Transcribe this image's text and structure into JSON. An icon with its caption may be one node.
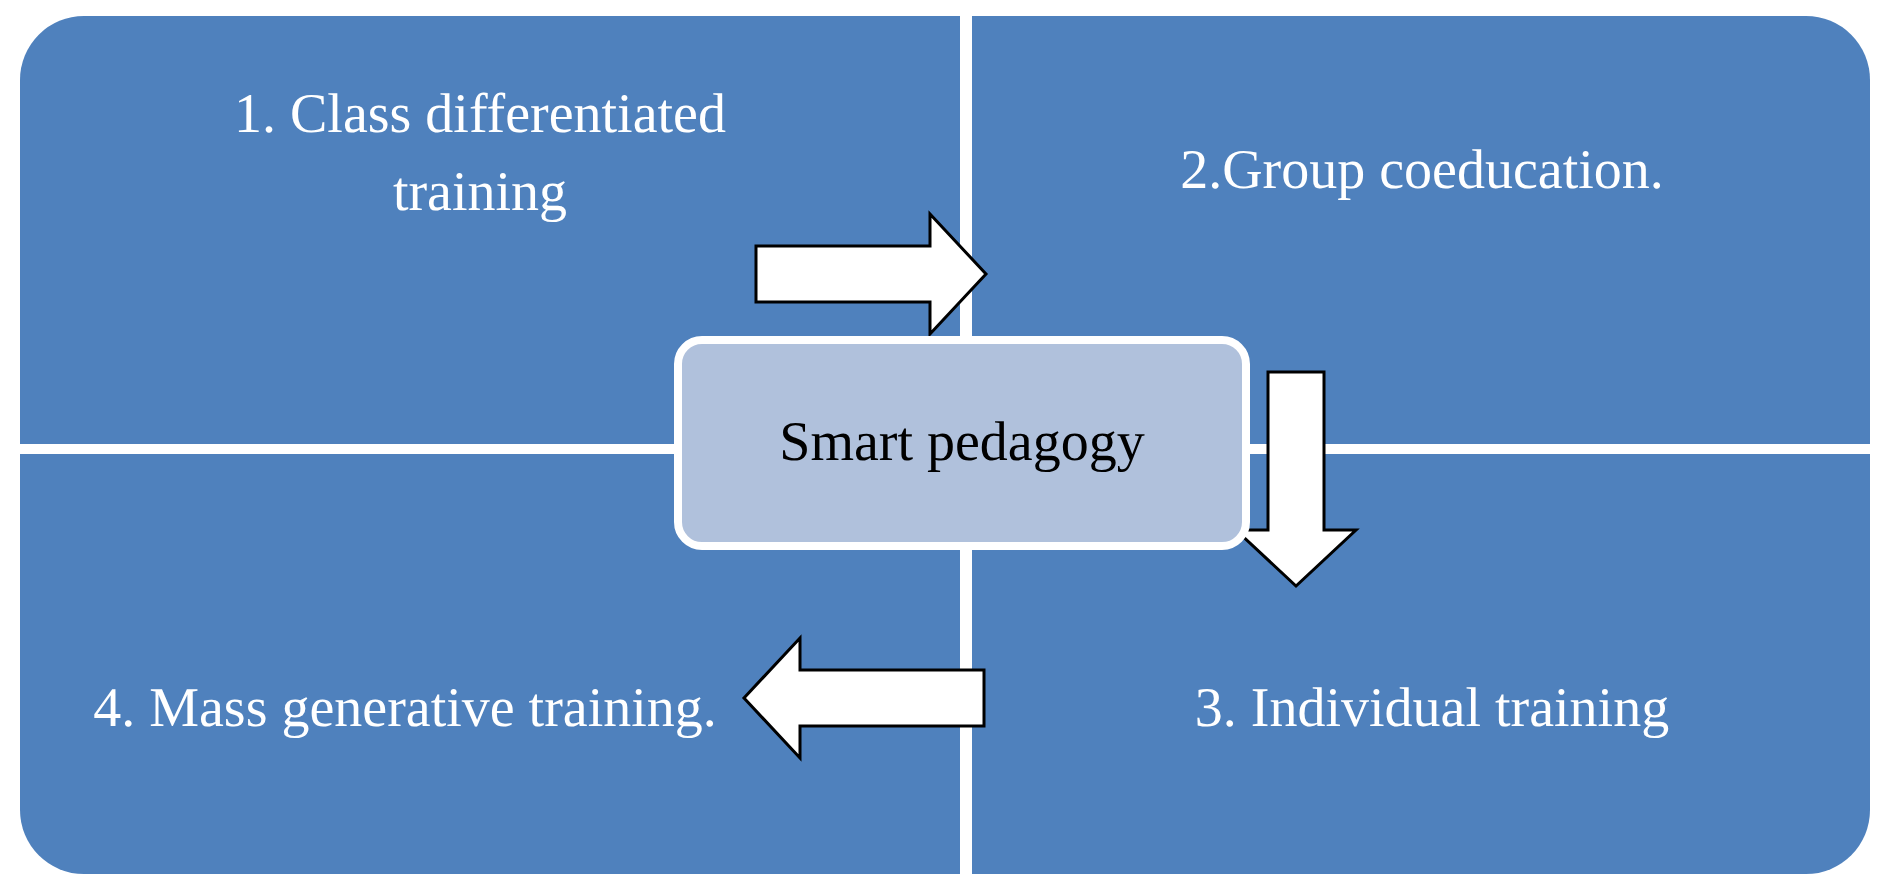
{
  "diagram": {
    "nodes": [
      {
        "text": [
          "1. Class differentiated training"
        ]
      },
      {
        "text": [
          "2.Group coeducation."
        ]
      },
      {
        "text": [
          "Smart pedagogy"
        ]
      },
      {
        "text": [
          "4. Mass generative training."
        ]
      },
      {
        "text": [
          "3. Individual training"
        ]
      }
    ],
    "edges": [
      {
        "from": 0,
        "to": 1,
        "arrow": "to"
      },
      {
        "from": 1,
        "to": 4,
        "arrow": "to"
      },
      {
        "from": 4,
        "to": 3,
        "arrow": "to"
      }
    ]
  }
}
